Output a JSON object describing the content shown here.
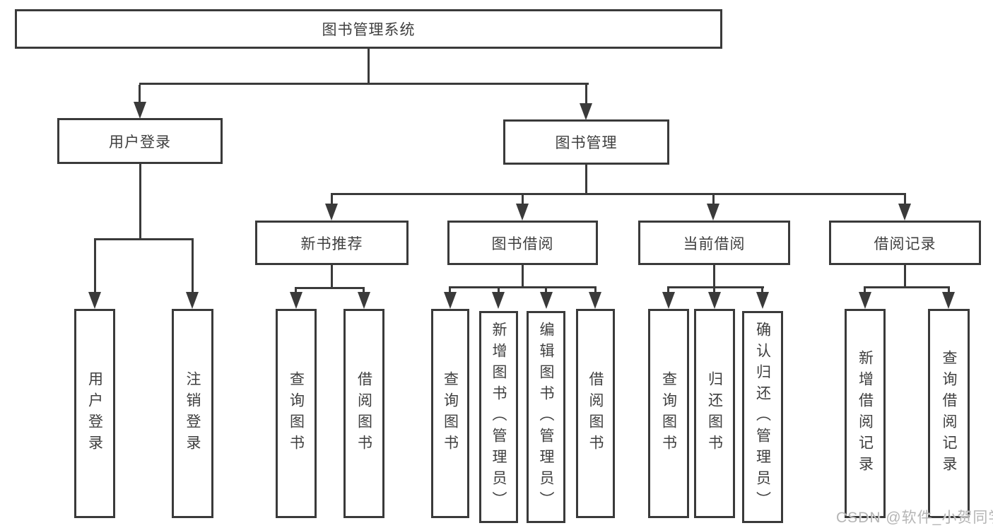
{
  "diagram": {
    "tree": {
      "label": "图书管理系统",
      "children": [
        {
          "label": "用户登录",
          "children": [
            {
              "label": "用户登录"
            },
            {
              "label": "注销登录"
            }
          ]
        },
        {
          "label": "图书管理",
          "children": [
            {
              "label": "新书推荐",
              "children": [
                {
                  "label": "查询图书"
                },
                {
                  "label": "借阅图书"
                }
              ]
            },
            {
              "label": "图书借阅",
              "children": [
                {
                  "label": "查询图书"
                },
                {
                  "label": "新增图书（管理员）"
                },
                {
                  "label": "编辑图书（管理员）"
                },
                {
                  "label": "借阅图书"
                }
              ]
            },
            {
              "label": "当前借阅",
              "children": [
                {
                  "label": "查询图书"
                },
                {
                  "label": "归还图书"
                },
                {
                  "label": "确认归还（管理员）"
                }
              ]
            },
            {
              "label": "借阅记录",
              "children": [
                {
                  "label": "新增借阅记录"
                },
                {
                  "label": "查询借阅记录"
                }
              ]
            }
          ]
        }
      ]
    }
  },
  "watermark": {
    "text": "CSDN @软件_小贺同学"
  },
  "colors": {
    "line": "#3a3a3a",
    "text": "#3f3f3f",
    "watermark": "#b5b5b5",
    "background": "#ffffff"
  }
}
